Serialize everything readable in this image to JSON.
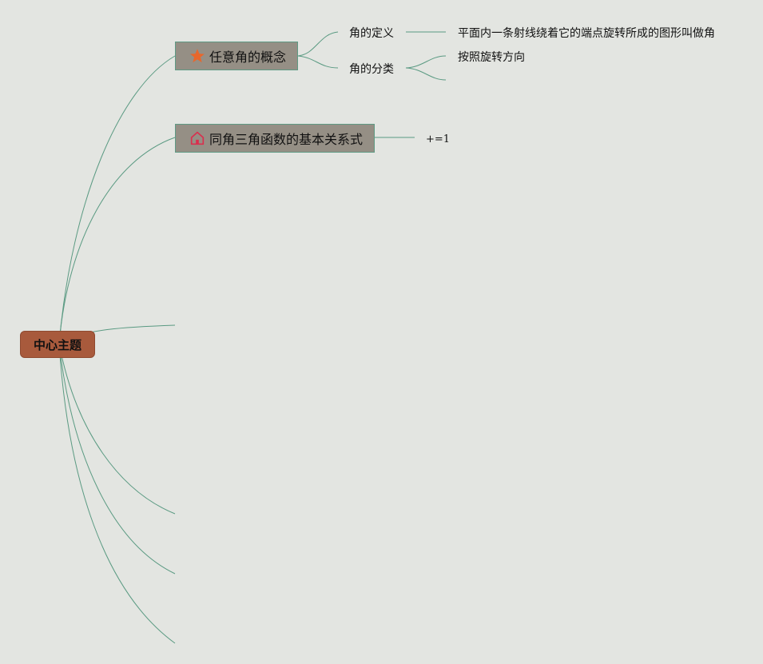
{
  "mindmap": {
    "root": {
      "label": "中心主题",
      "color": "#a85a3c"
    },
    "topics": [
      {
        "label": "任意角的概念",
        "icon": "star-icon",
        "icon_color": "#e8672c",
        "children": [
          {
            "label": "角的定义",
            "children": [
              {
                "label": "平面内一条射线绕着它的端点旋转所成的图形叫做角"
              }
            ]
          },
          {
            "label": "角的分类",
            "children": [
              {
                "label": "按照旋转方向"
              }
            ]
          }
        ]
      },
      {
        "label": "同角三角函数的基本关系式",
        "icon": "home-icon",
        "icon_color": "#d9304e",
        "children": [
          {
            "label": "+=1"
          }
        ]
      }
    ],
    "colors": {
      "background": "#e3e5e1",
      "link": "#5a9a82",
      "topic_fill": "#958f85",
      "topic_border": "#5f9a84"
    }
  }
}
